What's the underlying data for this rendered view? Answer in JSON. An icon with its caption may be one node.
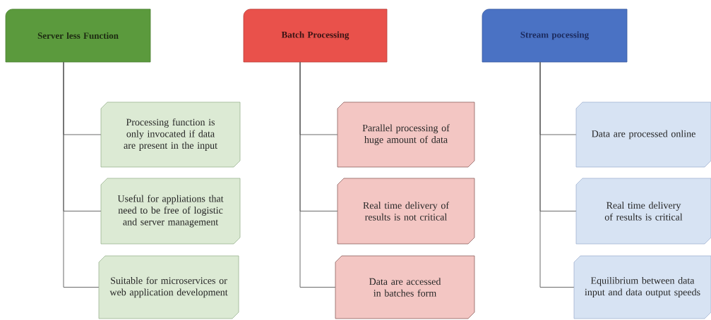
{
  "diagram": {
    "nodes": [
      {
        "text": [
          "Server less Function"
        ]
      },
      {
        "text": [
          "Processing function is only invocated if data are present in the input"
        ]
      },
      {
        "text": [
          "Useful for appliations that need to be free of logistic and server management"
        ]
      },
      {
        "text": [
          "Suitable for microservices or web application development"
        ]
      },
      {
        "text": [
          "Batch Processing"
        ]
      },
      {
        "text": [
          "Parallel processing of huge amount of data"
        ]
      },
      {
        "text": [
          "Real time delivery of results is not critical"
        ]
      },
      {
        "text": [
          "Data are accessed in batches form"
        ]
      },
      {
        "text": [
          "Stream pocessing"
        ]
      },
      {
        "text": [
          "Data are processed online"
        ]
      },
      {
        "text": [
          "Real time delivery of results is critical"
        ]
      },
      {
        "text": [
          "Equilibrium between data input and data output speeds"
        ]
      }
    ],
    "edges": [
      {
        "from": 0,
        "to": 1,
        "arrow": "none"
      },
      {
        "from": 0,
        "to": 2,
        "arrow": "none"
      },
      {
        "from": 0,
        "to": 3,
        "arrow": "none"
      },
      {
        "from": 4,
        "to": 5,
        "arrow": "none"
      },
      {
        "from": 4,
        "to": 6,
        "arrow": "none"
      },
      {
        "from": 4,
        "to": 7,
        "arrow": "none"
      },
      {
        "from": 8,
        "to": 9,
        "arrow": "none"
      },
      {
        "from": 8,
        "to": 10,
        "arrow": "none"
      },
      {
        "from": 8,
        "to": 11,
        "arrow": "none"
      }
    ]
  }
}
